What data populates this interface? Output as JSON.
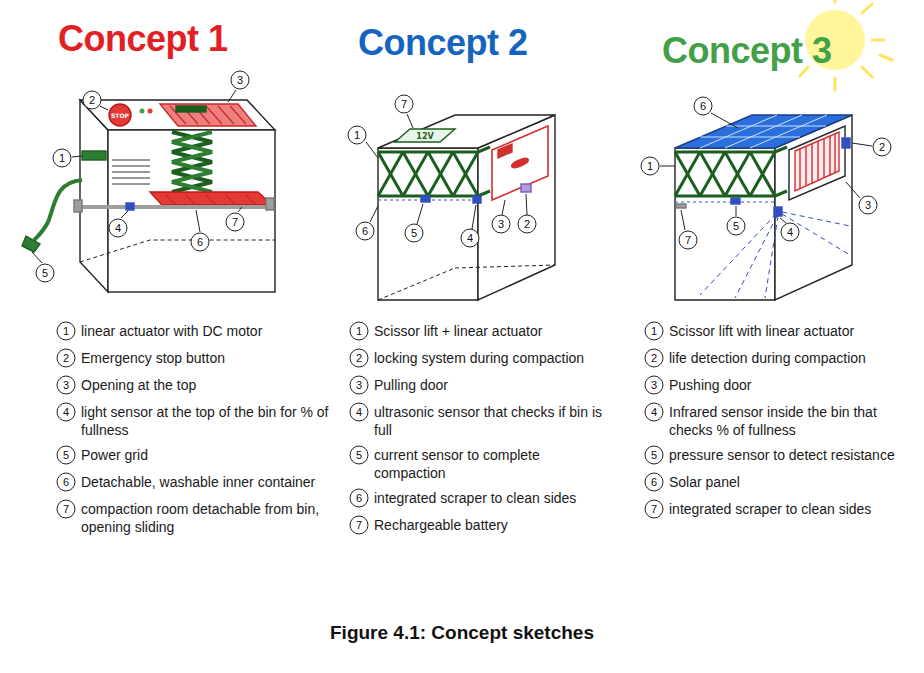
{
  "diagram": {
    "caption": "Figure 4.1: Concept sketches",
    "labels": [
      "Concept 1",
      "Concept 2",
      "Concept 3",
      "2",
      "STOP",
      "3",
      "1",
      "4",
      "7",
      "6",
      "5",
      "7",
      "12V",
      "1",
      "6",
      "5",
      "4",
      "3",
      "2",
      "6",
      "1",
      "2",
      "3",
      "7",
      "5",
      "4",
      "1",
      "linear actuator with DC motor",
      "2",
      "Emergency stop button",
      "3",
      "Opening at the top",
      "4",
      "light sensor at the top of the bin for % of fullness",
      "5",
      "Power grid",
      "6",
      "Detachable, washable inner container",
      "7",
      "compaction room detachable from bin, opening sliding",
      "1",
      "Scissor lift + linear actuator",
      "2",
      "locking system during compaction",
      "3",
      "Pulling door",
      "4",
      "ultrasonic sensor that checks if bin is full",
      "5",
      "current sensor to complete compaction",
      "6",
      "integrated scraper to clean sides",
      "7",
      "Rechargeable battery",
      "1",
      "Scissor lift with linear actuator",
      "2",
      "life detection during compaction",
      "3",
      "Pushing door",
      "4",
      "Infrared sensor inside the bin that checks % of fullness",
      "5",
      "pressure sensor to detect resistance",
      "6",
      "Solar panel",
      "7",
      "integrated scraper to clean sides"
    ]
  }
}
